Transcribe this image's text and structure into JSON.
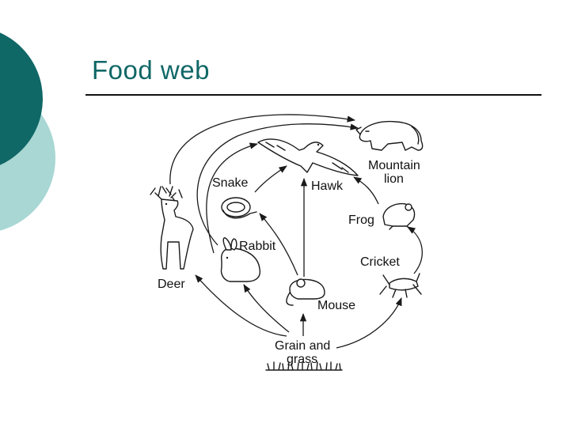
{
  "slide": {
    "title": "Food web",
    "accent_dark": "#0f6766",
    "accent_light": "#a8d7d4"
  },
  "diagram": {
    "organisms": {
      "deer": "Deer",
      "rabbit": "Rabbit",
      "snake": "Snake",
      "hawk": "Hawk",
      "mountain_lion": [
        "Mountain",
        "lion"
      ],
      "frog": "Frog",
      "cricket": "Cricket",
      "mouse": "Mouse",
      "grain": [
        "Grain and",
        "grass"
      ]
    },
    "icons": [
      "deer-icon",
      "rabbit-icon",
      "snake-icon",
      "hawk-icon",
      "mountain-lion-icon",
      "frog-icon",
      "cricket-icon",
      "mouse-icon",
      "grass-icon"
    ]
  }
}
